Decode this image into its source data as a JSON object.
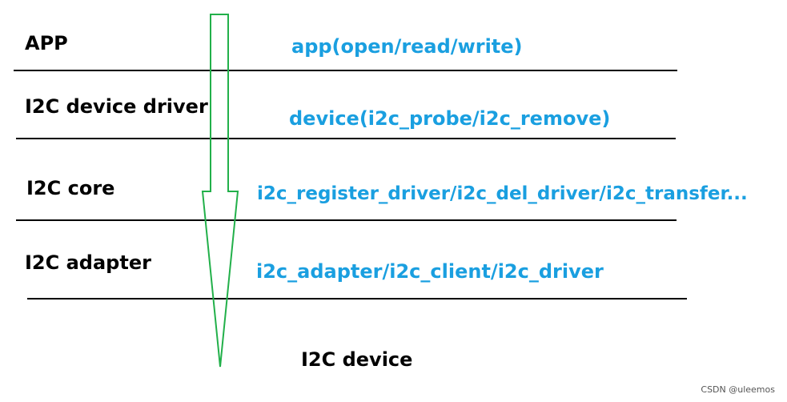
{
  "layers": [
    {
      "name": "APP",
      "api": "app(open/read/write)"
    },
    {
      "name": "I2C device driver",
      "api": "device(i2c_probe/i2c_remove)"
    },
    {
      "name": "I2C core",
      "api": "i2c_register_driver/i2c_del_driver/i2c_transfer..."
    },
    {
      "name": "I2C adapter",
      "api": "i2c_adapter/i2c_client/i2c_driver"
    }
  ],
  "target_label": "I2C device",
  "watermark": "CSDN @uleemos",
  "colors": {
    "api_text": "#1a9fe0",
    "arrow_stroke": "#22b04a",
    "layer_text": "#000000",
    "divider": "#000000"
  }
}
